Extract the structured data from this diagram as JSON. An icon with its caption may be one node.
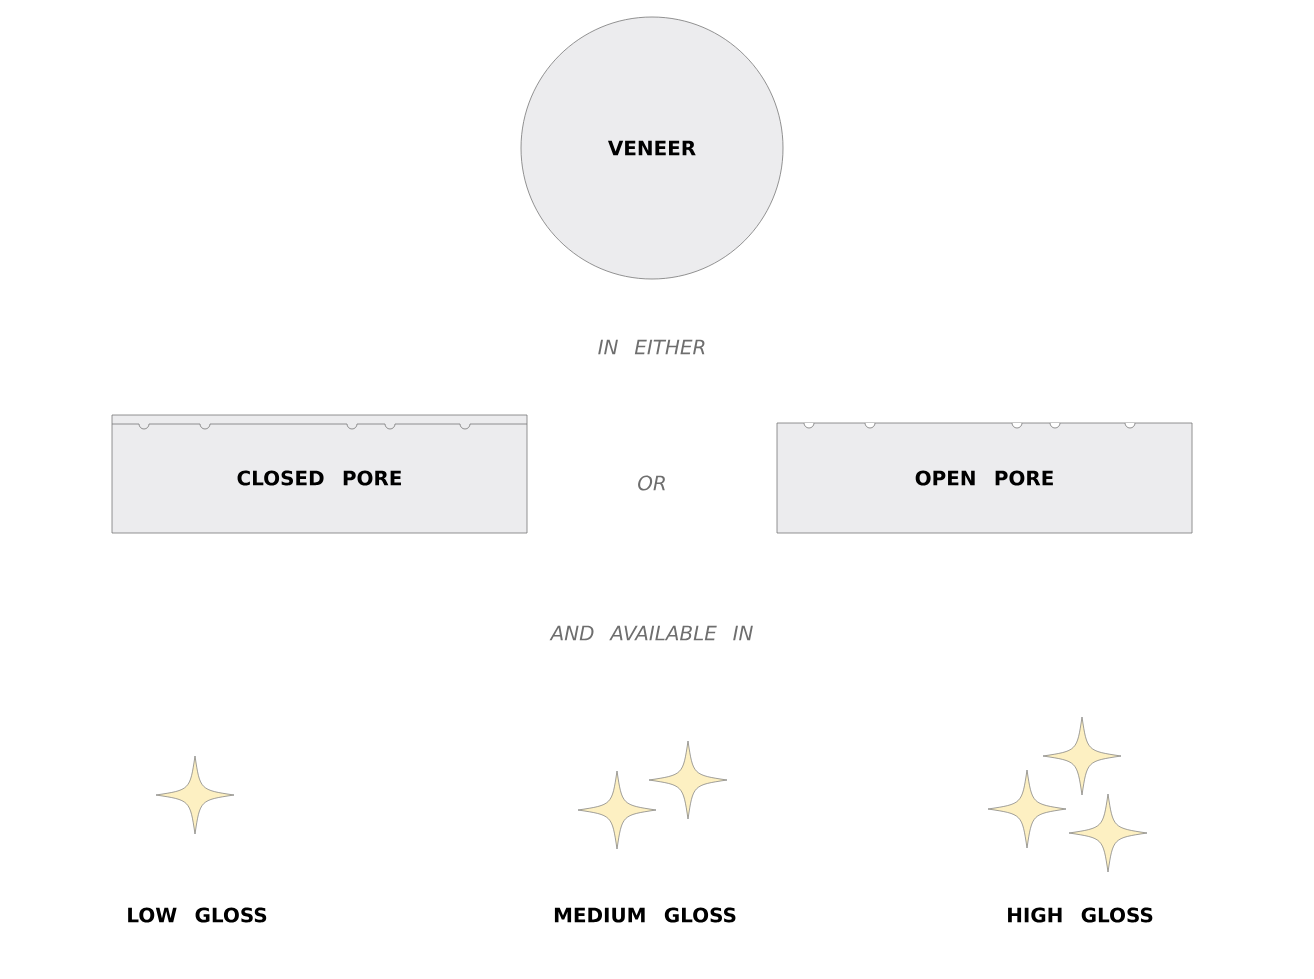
{
  "diagram": {
    "nodes": [
      {
        "text": [
          "VENEER"
        ]
      },
      {
        "text": [
          "CLOSED PORE"
        ]
      },
      {
        "text": [
          "OPEN PORE"
        ]
      }
    ],
    "labels": [
      "IN EITHER",
      "OR",
      "AND AVAILABLE IN",
      "LOW GLOSS",
      "MEDIUM GLOSS",
      "HIGH GLOSS"
    ]
  }
}
